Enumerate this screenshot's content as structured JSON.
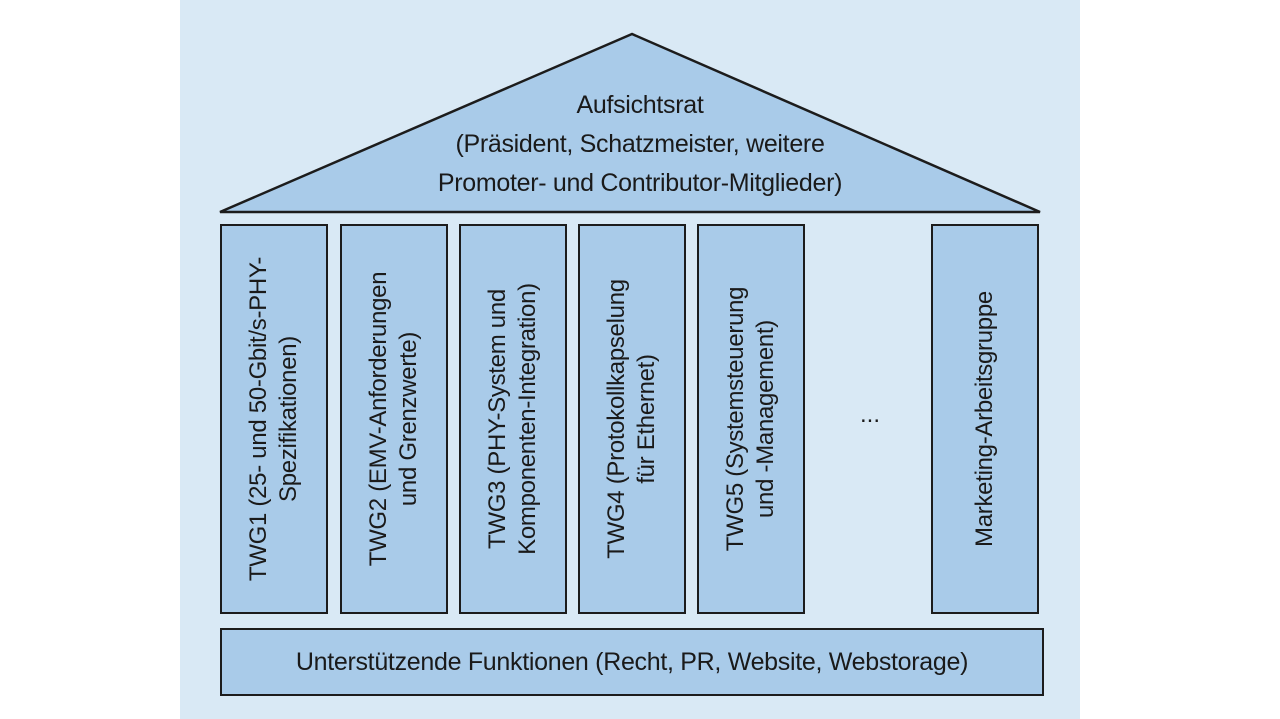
{
  "roof": {
    "lines": [
      "Aufsichtsrat",
      "(Präsident, Schatzmeister, weitere",
      "Promoter- und Contributor-Mitglieder)"
    ]
  },
  "pillars": [
    {
      "lines": [
        "TWG1 (25- und 50-Gbit/s-PHY-",
        "Spezifikationen)"
      ]
    },
    {
      "lines": [
        "TWG2 (EMV-Anforderungen",
        "und Grenzwerte)"
      ]
    },
    {
      "lines": [
        "TWG3 (PHY-System und",
        "Komponenten-Integration)"
      ]
    },
    {
      "lines": [
        "TWG4 (Protokollkapselung",
        "für Ethernet)"
      ]
    },
    {
      "lines": [
        "TWG5 (Systemsteuerung",
        "und -Management)"
      ]
    },
    {
      "lines": [
        "Marketing-Arbeitsgruppe"
      ]
    }
  ],
  "ellipsis": "...",
  "base": {
    "label": "Unterstützende Funktionen (Recht, PR, Website, Webstorage)"
  },
  "colors": {
    "background": "#d9e9f5",
    "block_fill": "#a9cbe9",
    "outline": "#1c1c1c"
  }
}
